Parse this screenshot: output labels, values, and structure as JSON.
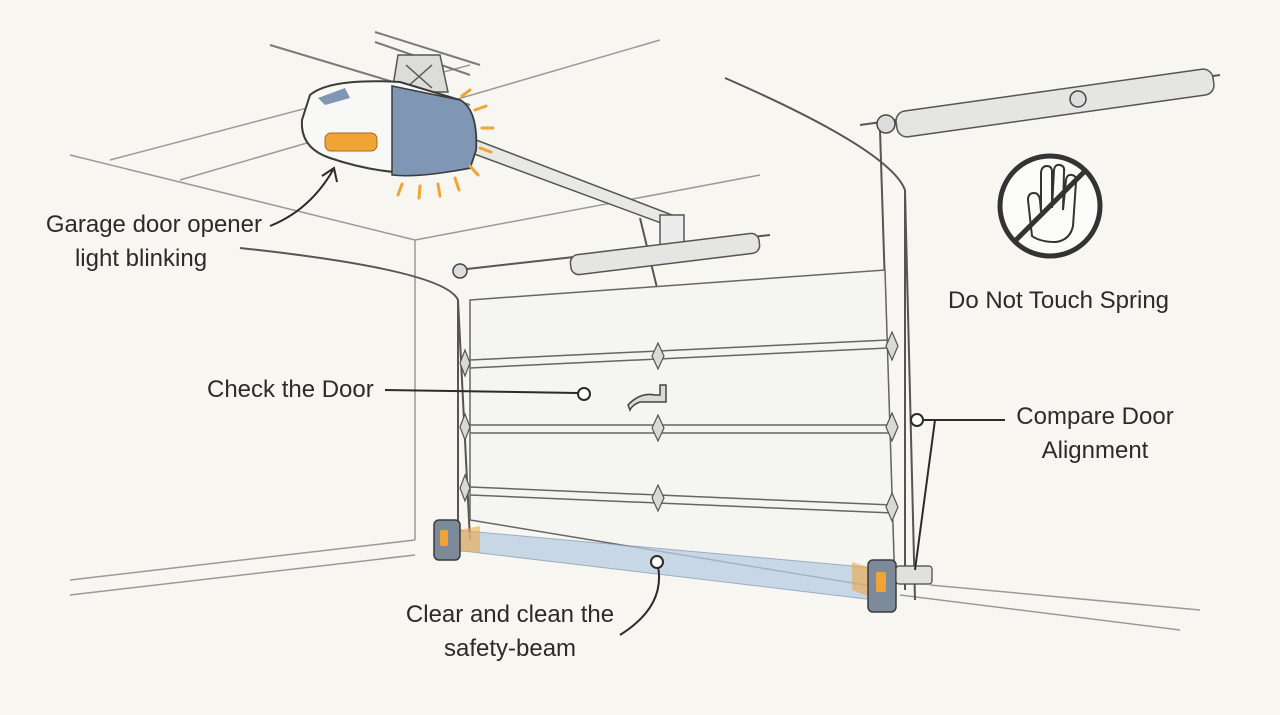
{
  "labels": {
    "opener": {
      "line1": "Garage door opener",
      "line2": "light blinking"
    },
    "check_door": "Check the Door",
    "spring": "Do Not Touch Spring",
    "alignment": {
      "line1": "Compare Door",
      "line2": "Alignment"
    },
    "safety_beam": {
      "line1": "Clear and clean the",
      "line2": "safety-beam"
    }
  },
  "icons": {
    "opener": "garage-opener-motor",
    "no_touch": "no-touch-hand",
    "sensor": "safety-sensor"
  },
  "colors": {
    "background": "#f7f6f1",
    "line": "#4a4a4a",
    "opener_blue": "#7f96b4",
    "light_orange": "#f0a437",
    "beam": "#b8cde3",
    "sensor": "#7d8a99"
  }
}
